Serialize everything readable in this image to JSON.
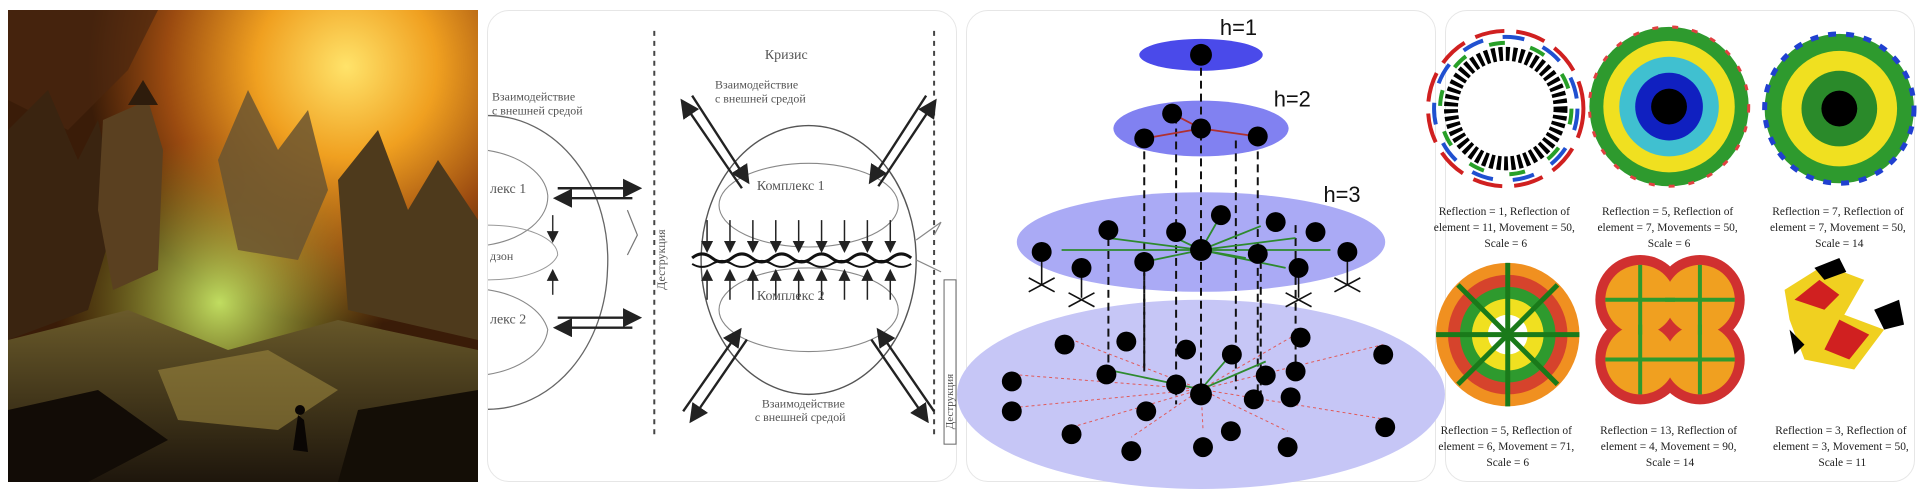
{
  "cards": [
    {
      "kind": "painting"
    },
    {
      "kind": "russian-diagram",
      "labels": {
        "title": "Кризис",
        "interaction_top_right": [
          "Взаимодействие",
          "с внешней средой"
        ],
        "interaction_top_left": [
          "Взаимодействие",
          "с внешней средой"
        ],
        "complex1": "Комплекс 1",
        "complex2": "Комплекс 2",
        "left_complex1": "лекс 1",
        "left_complex2": "лекс 2",
        "left_mid": "дзон",
        "destruction": "Деструкция",
        "interaction_bottom": [
          "Взаимодействие",
          "с внешней средой"
        ],
        "right_vertical": "Деструкция"
      }
    },
    {
      "kind": "hierarchy-diagram",
      "labels": {
        "h1": "h=1",
        "h2": "h=2",
        "h3": "h=3"
      }
    },
    {
      "kind": "fractal-grid",
      "captions": [
        [
          "Reflection = 1, Reflection of",
          "element = 11, Movement = 50,",
          "Scale = 6"
        ],
        [
          "Reflection = 5, Reflection of",
          "element = 7, Movements = 50,",
          "Scale = 6"
        ],
        [
          "Reflection = 7, Reflection of",
          "element = 7, Movement = 50,",
          "Scale = 14"
        ],
        [
          "Reflection = 5, Reflection of",
          "element = 6, Movement = 71,",
          "Scale = 6"
        ],
        [
          "Reflection = 13, Reflection of",
          "element = 4, Movement    = 90,",
          "Scale = 14"
        ],
        [
          "Reflection = 3, Reflection of",
          "element = 3, Movement = 50,",
          "Scale = 11"
        ]
      ]
    }
  ]
}
